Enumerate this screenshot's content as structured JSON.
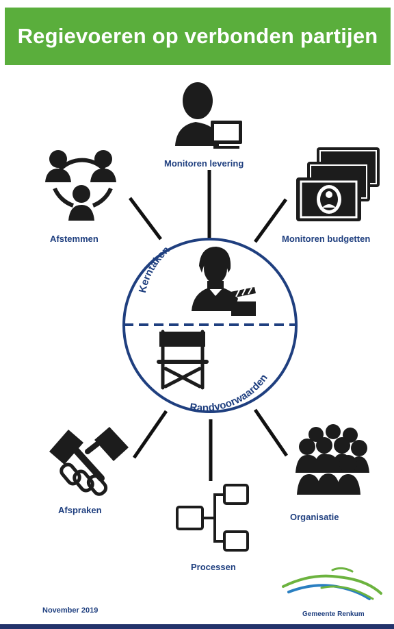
{
  "header": {
    "title": "Regievoeren op verbonden partijen"
  },
  "center": {
    "top_label": "Kerntaken",
    "bottom_label": "Randvoorwaarden"
  },
  "nodes": {
    "monitoren_levering": "Monitoren levering",
    "afstemmen": "Afstemmen",
    "monitoren_budgetten": "Monitoren budgetten",
    "afspraken": "Afspraken",
    "processen": "Processen",
    "organisatie": "Organisatie"
  },
  "footer": {
    "date": "November 2019",
    "logo_text": "Gemeente Renkum"
  },
  "colors": {
    "banner": "#5aae3c",
    "navy": "#1f3f7f",
    "icon": "#1c1c1c",
    "logo_green": "#6cb33f",
    "logo_blue": "#2a7fc1"
  }
}
